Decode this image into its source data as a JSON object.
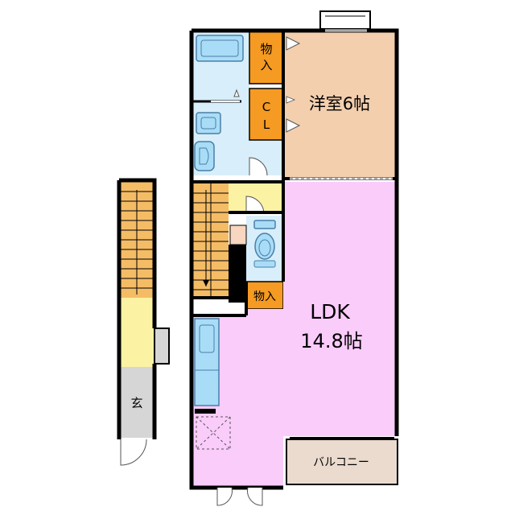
{
  "rooms": {
    "western_room": {
      "name": "洋室6帖",
      "fill": "#F3CFAE"
    },
    "ldk": {
      "name_line1": "LDK",
      "name_line2": "14.8帖",
      "fill": "#FACCFA"
    },
    "storage_upper": {
      "name_line1": "物",
      "name_line2": "入",
      "fill": "#F59A22"
    },
    "closet": {
      "name_line1": "C",
      "name_line2": "L",
      "fill": "#F59A22"
    },
    "storage_lower": {
      "name": "物入",
      "fill": "#F59A22"
    },
    "balcony": {
      "name": "バルコニー",
      "fill": "#EADBCE"
    },
    "entrance": {
      "name": "玄",
      "fill": "#D6D6D6"
    },
    "bathroom": {
      "fill": "#D8EEFA"
    },
    "stairs": {
      "fill": "#F5BC66"
    },
    "hallway": {
      "fill": "#FBF3A3"
    }
  },
  "colors": {
    "wall": "#000000",
    "fixture_blue": "#A9DDF7",
    "fixture_outline": "#4A7FA8",
    "door_line": "#555555"
  }
}
